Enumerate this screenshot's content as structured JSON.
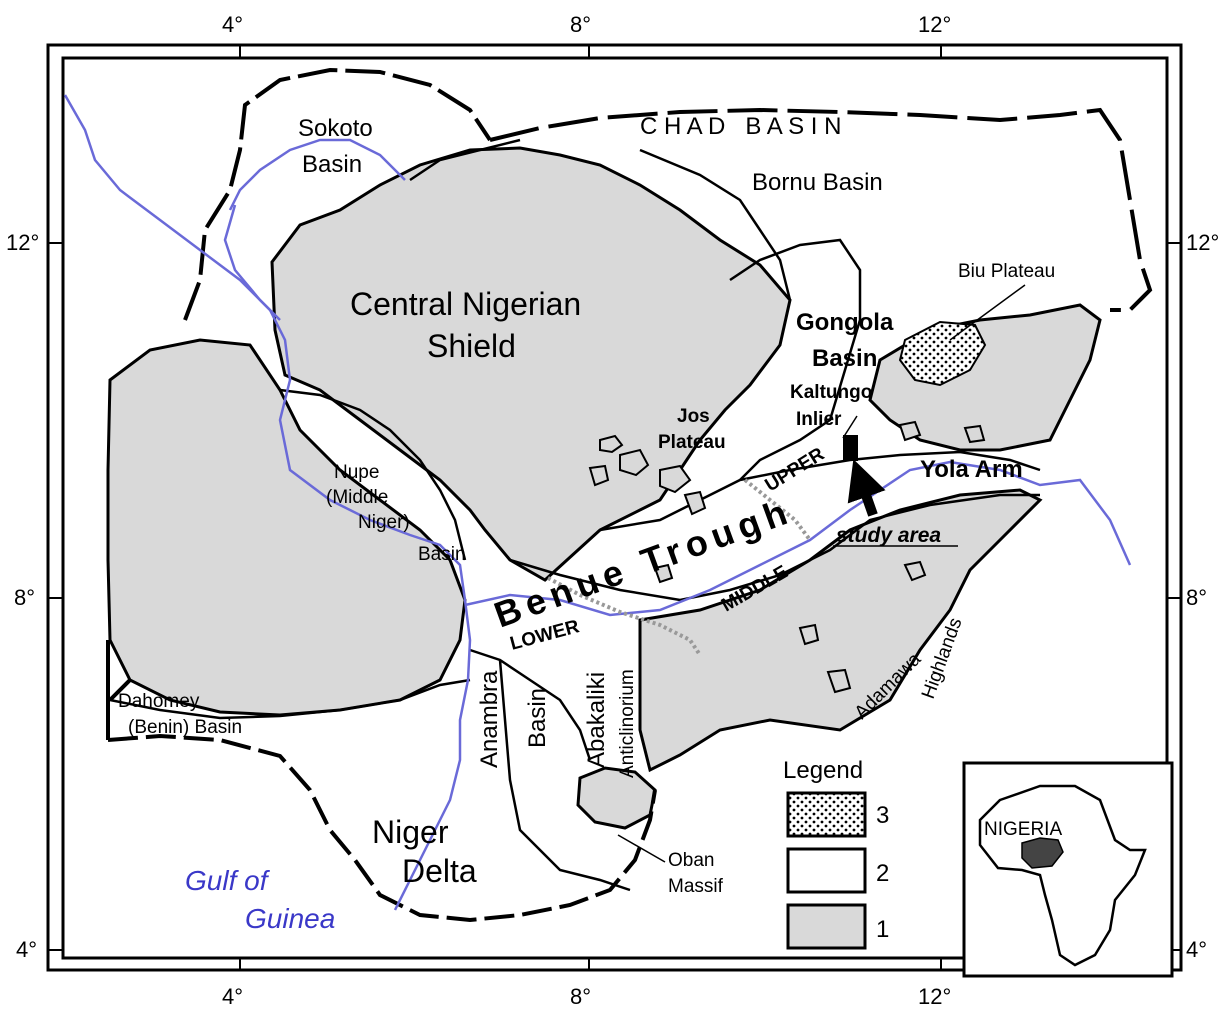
{
  "map": {
    "tick_labels": {
      "top": [
        "4°",
        "8°",
        "12°"
      ],
      "bottom": [
        "4°",
        "8°",
        "12°"
      ],
      "left": [
        "12°",
        "8°",
        "4°"
      ],
      "right": [
        "12°",
        "8°",
        "4°"
      ]
    },
    "regions": {
      "sokoto_basin_1": "Sokoto",
      "sokoto_basin_2": "Basin",
      "chad_basin": "C H A D   B A S I N",
      "bornu_basin": "Bornu Basin",
      "central_shield_1": "Central Nigerian",
      "central_shield_2": "Shield",
      "biu_plateau": "Biu Plateau",
      "gongola_1": "Gongola",
      "gongola_2": "Basin",
      "kaltungo_1": "Kaltungo",
      "kaltungo_2": "Inlier",
      "jos_1": "Jos",
      "jos_2": "Plateau",
      "nupe_1": "Nupe",
      "nupe_2": "(Middle",
      "nupe_3": "Niger)",
      "nupe_4": "Basin",
      "upper": "UPPER",
      "middle": "MIDDLE",
      "lower": "LOWER",
      "benue_trough": "Benue Trough",
      "yola_arm": "Yola Arm",
      "study_area": "study area",
      "adamawa": "Adamawa",
      "highlands": "Highlands",
      "dahomey_1": "Dahomey",
      "dahomey_2": "(Benin) Basin",
      "anambra": "Anambra",
      "basin_anambra": "Basin",
      "abakaliki": "Abakaliki",
      "anticlinorium": "Anticlinorium",
      "oban_1": "Oban",
      "oban_2": "Massif",
      "niger_delta_1": "Niger",
      "niger_delta_2": "Delta",
      "gulf_1": "Gulf of",
      "gulf_2": "Guinea"
    },
    "legend": {
      "title": "Legend",
      "items": [
        "3",
        "2",
        "1"
      ]
    },
    "inset": {
      "label": "NIGERIA"
    },
    "colors": {
      "shield_fill": "#d9d9d9",
      "river": "#6a6ad8",
      "sea_text": "#3a38c8",
      "trough_line": "#999999",
      "inset_nigeria": "#444444"
    }
  }
}
